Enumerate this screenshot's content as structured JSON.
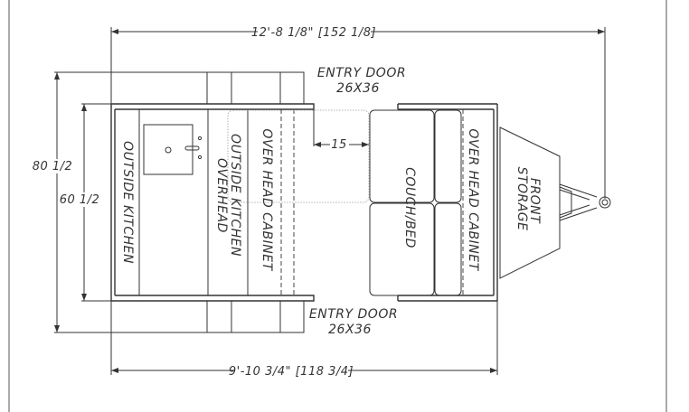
{
  "dimensions": {
    "overall_length": "12'-8 1/8\" [152 1/8]",
    "body_length": "9'-10 3/4\" [118 3/4]",
    "overall_width": "80 1/2",
    "body_width": "60 1/2",
    "aisle": "15"
  },
  "labels": {
    "entry_door_top": {
      "line1": "ENTRY DOOR",
      "line2": "26X36"
    },
    "entry_door_bottom": {
      "line1": "ENTRY DOOR",
      "line2": "26X36"
    },
    "outside_kitchen": "OUTSIDE KITCHEN",
    "outside_kitchen_overhead": {
      "line1": "OUTSIDE KITCHEN",
      "line2": "OVERHEAD"
    },
    "overhead_cabinet_rear": "OVER HEAD CABINET",
    "couch_bed": "COUCH/BED",
    "overhead_cabinet_front": "OVER HEAD CABINET",
    "front_storage": {
      "line1": "FRONT",
      "line2": "STORAGE"
    }
  }
}
